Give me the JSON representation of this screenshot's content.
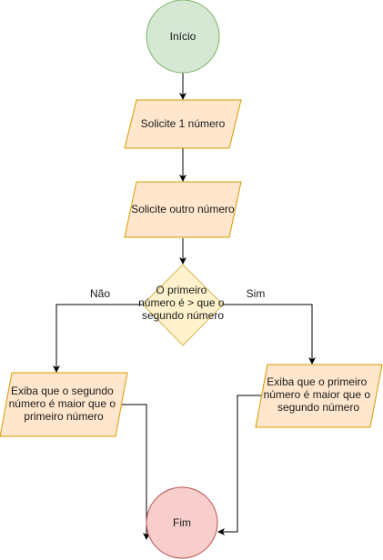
{
  "nodes": {
    "start": {
      "label": "Início",
      "fill": "#d5e8d4",
      "stroke": "#82b366"
    },
    "input1": {
      "label": "Solicite 1 número",
      "fill": "#ffe6cc",
      "stroke": "#d79b00"
    },
    "input2": {
      "label": "Solicite outro número",
      "fill": "#ffe6cc",
      "stroke": "#d79b00"
    },
    "decision": {
      "lines": [
        "O primeiro",
        "número é > que o",
        "segundo número"
      ],
      "fill": "#fff2cc",
      "stroke": "#d6b656"
    },
    "out_left": {
      "lines": [
        "Exiba que o segundo",
        "número é maior que o",
        "primeiro número"
      ],
      "fill": "#ffe6cc",
      "stroke": "#d79b00"
    },
    "out_right": {
      "lines": [
        "Exiba que o primeiro",
        "número é maior que o",
        "segundo número"
      ],
      "fill": "#ffe6cc",
      "stroke": "#d79b00"
    },
    "end": {
      "label": "Fim",
      "fill": "#f8cecc",
      "stroke": "#b85450"
    }
  },
  "edges": {
    "no_label": "Não",
    "yes_label": "Sim",
    "color": "#000000"
  }
}
